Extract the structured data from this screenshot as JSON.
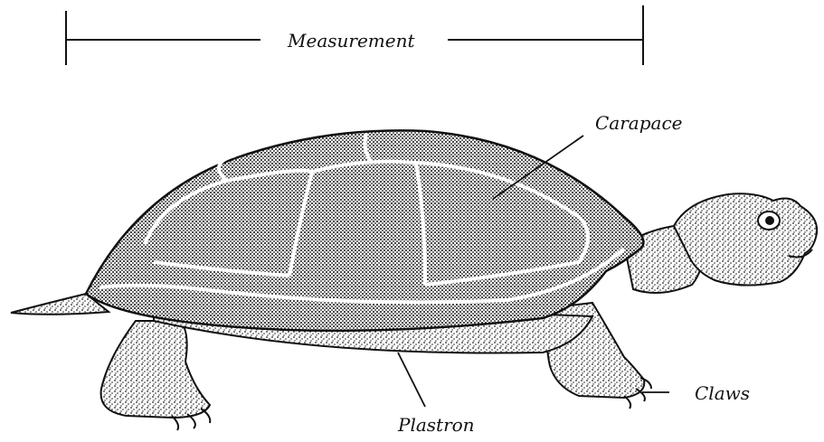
{
  "diagram": {
    "labels": {
      "measurement": "Measurement",
      "carapace": "Carapace",
      "plastron": "Plastron",
      "claws": "Claws"
    },
    "ink_color": "#111111",
    "shell_fill": "#8f8f8f",
    "skin_fill": "#a8a8a8",
    "background": "#ffffff"
  }
}
